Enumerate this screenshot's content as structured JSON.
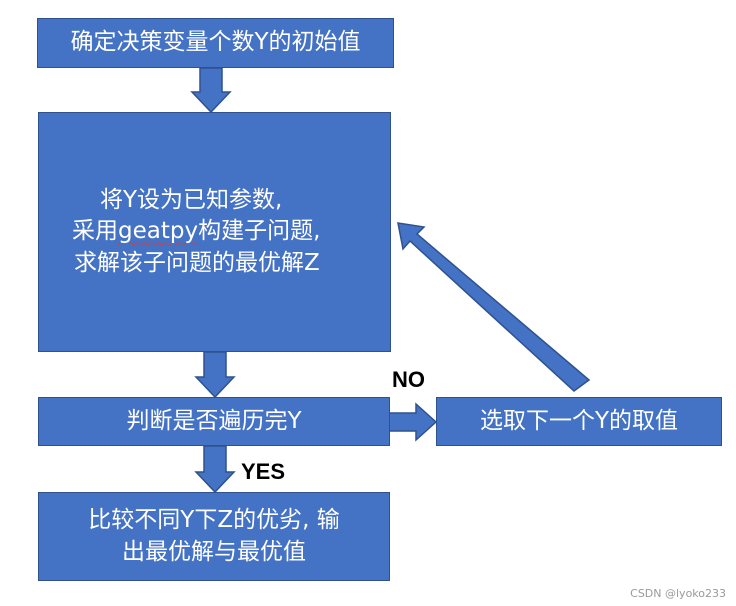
{
  "nodes": {
    "init": {
      "text": "确定决策变量个数Y的初始值"
    },
    "solve": {
      "line1": "将Y设为已知参数,",
      "line2_prefix": "采用",
      "line2_word": "geatpy",
      "line2_suffix": "构建子问题,",
      "line3": "求解该子问题的最优解Z"
    },
    "judge": {
      "text": "判断是否遍历完Y"
    },
    "next": {
      "text": "选取下一个Y的取值"
    },
    "output": {
      "line1": "比较不同Y下Z的优劣, 输",
      "line2": "出最优解与最优值"
    }
  },
  "labels": {
    "no": "NO",
    "yes": "YES"
  },
  "watermark": "CSDN @lyoko233",
  "colors": {
    "box_fill": "#4472C4",
    "box_border": "#2F528F",
    "text": "#FFFFFF"
  }
}
